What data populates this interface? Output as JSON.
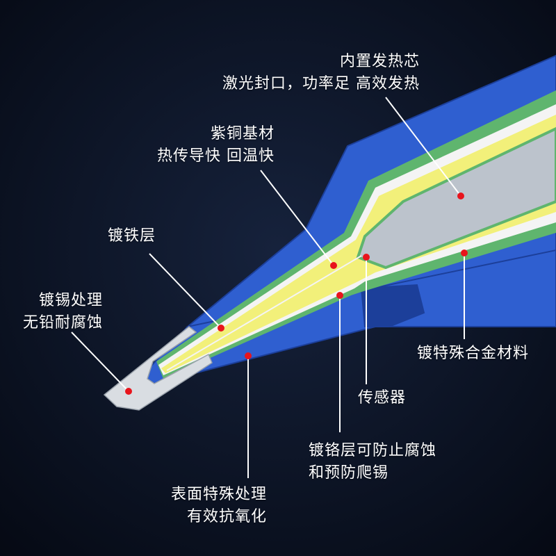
{
  "colors": {
    "background_center": "#16223c",
    "background_edge": "#050913",
    "outer_blue": "#2f5fd0",
    "outer_blue_edge": "#1c3f9a",
    "green_layer": "#5fb56e",
    "white_layer": "#f4f4f4",
    "yellow_layer": "#f2f07a",
    "core_gray": "#bcc3cc",
    "tip_silver": "#d9dde2",
    "marker_red": "#e8141c",
    "leader_white": "#ffffff"
  },
  "callouts": [
    {
      "id": "heating-core",
      "lines": [
        "内置发热芯",
        "激光封口，功率足 高效发热"
      ]
    },
    {
      "id": "copper-base",
      "lines": [
        "紫铜基材",
        "热传导快 回温快"
      ]
    },
    {
      "id": "iron-plating",
      "lines": [
        "镀铁层"
      ]
    },
    {
      "id": "tin-plating",
      "lines": [
        "镀锡处理",
        "无铅耐腐蚀"
      ]
    },
    {
      "id": "alloy-plating",
      "lines": [
        "镀特殊合金材料"
      ]
    },
    {
      "id": "sensor",
      "lines": [
        "传感器"
      ]
    },
    {
      "id": "chrome-layer",
      "lines": [
        "镀铬层可防止腐蚀",
        "和预防爬锡"
      ]
    },
    {
      "id": "surface-treatment",
      "lines": [
        "表面特殊处理",
        "有效抗氧化"
      ]
    }
  ]
}
